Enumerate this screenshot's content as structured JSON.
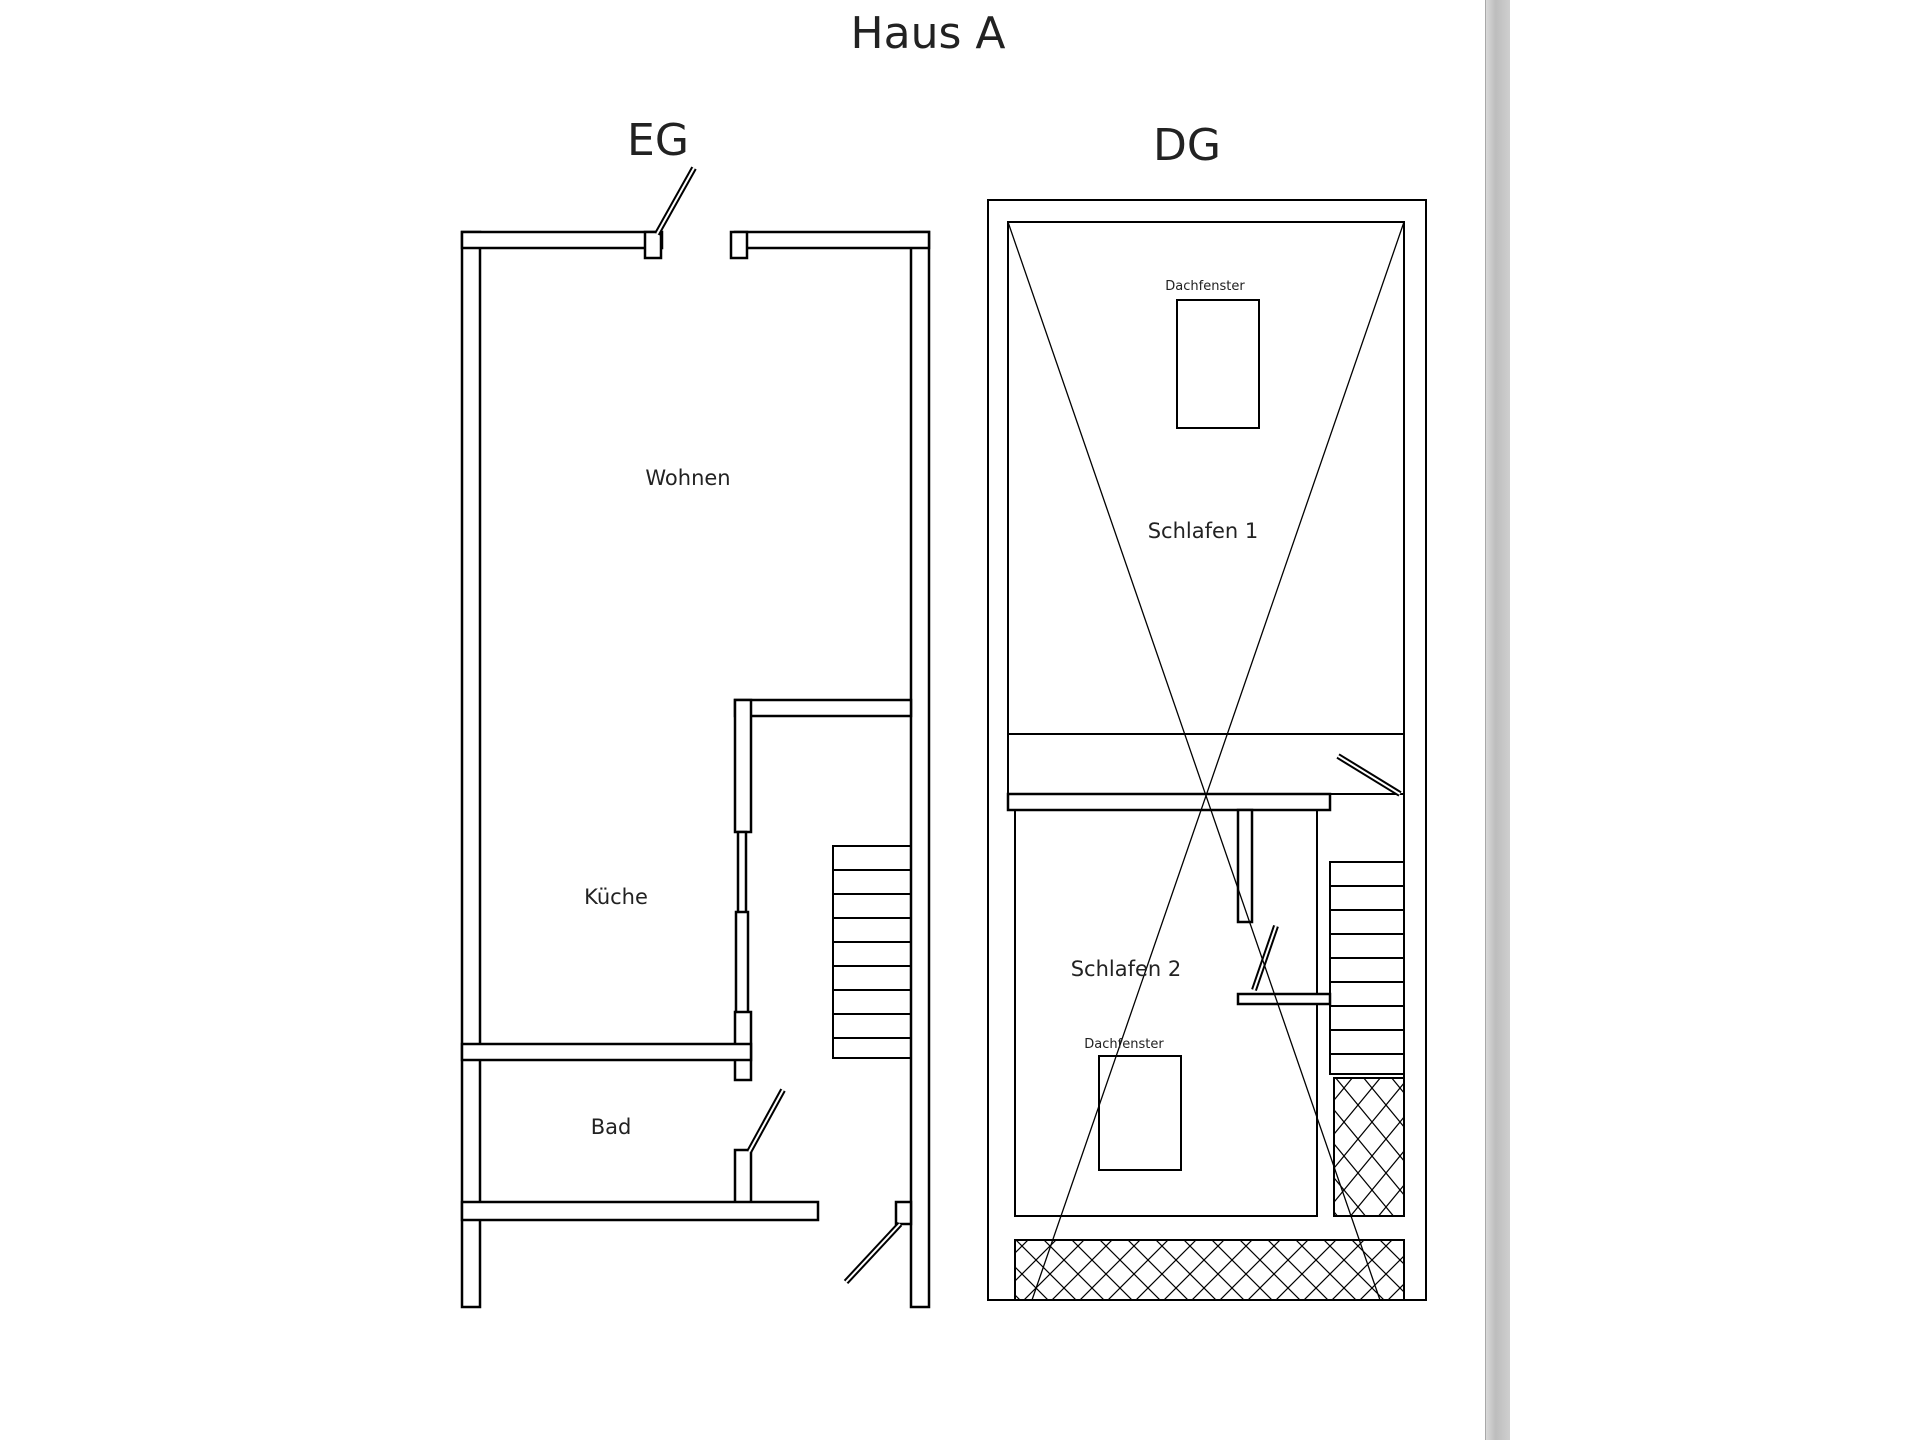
{
  "diagram": {
    "title": "Haus A",
    "floors": [
      {
        "label": "EG",
        "rooms": [
          "Wohnen",
          "Küche",
          "Bad"
        ]
      },
      {
        "label": "DG",
        "rooms": [
          "Schlafen 1",
          "Schlafen 2"
        ],
        "skylights": [
          "Dachfenster",
          "Dachfenster"
        ]
      }
    ]
  },
  "colors": {
    "line": "#000000",
    "background": "#ffffff",
    "scrollbar": "#c4c4c4"
  }
}
